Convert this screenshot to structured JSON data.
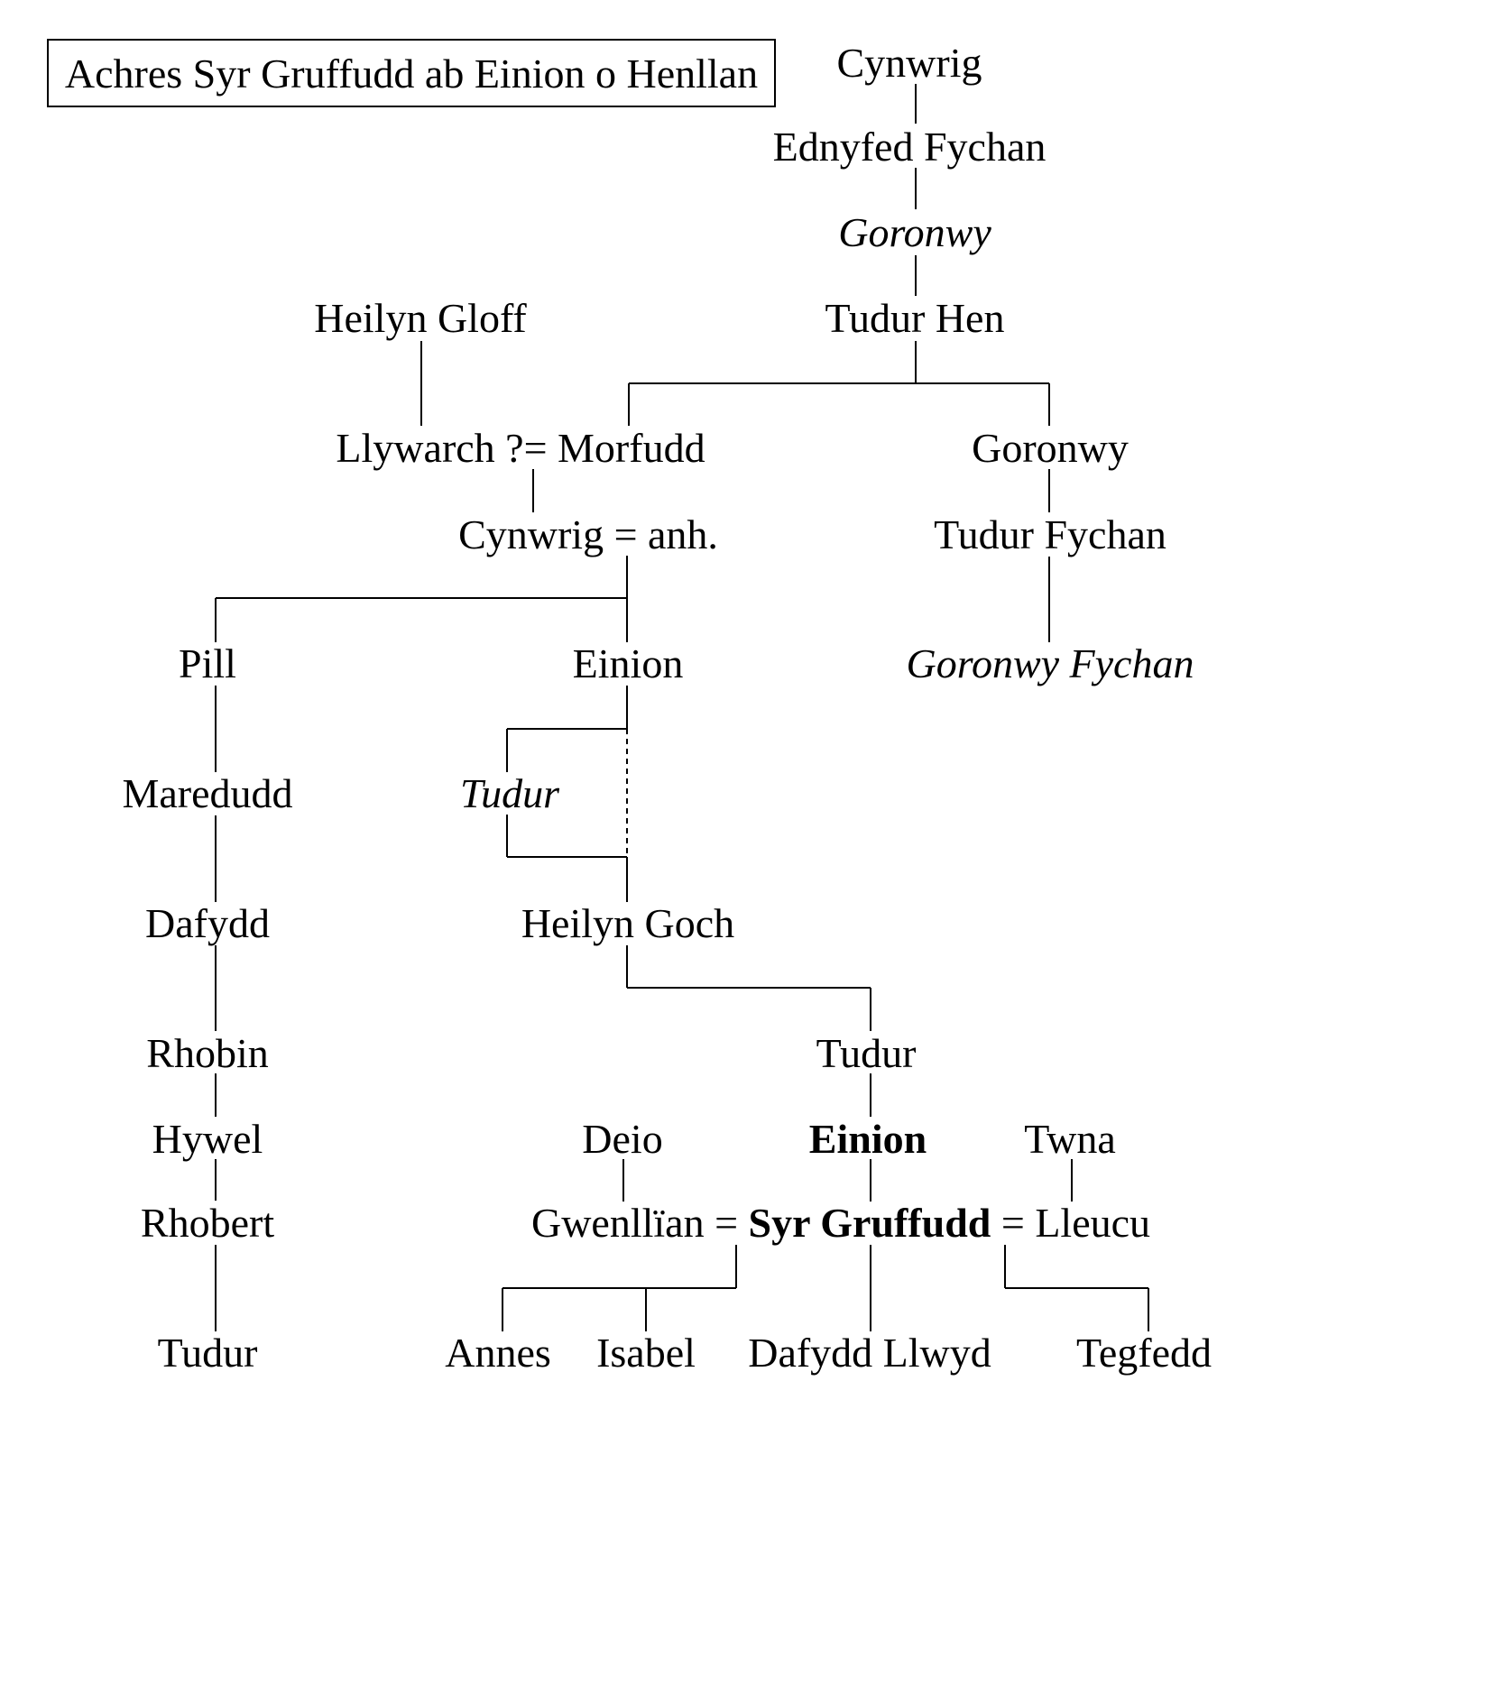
{
  "title": "Achres Syr Gruffudd ab Einion o Henllan",
  "colors": {
    "line": "#000000",
    "text": "#000000",
    "background": "#ffffff"
  },
  "people": [
    {
      "id": "cynwrig-top",
      "segments": [
        {
          "text": "Cynwrig",
          "style": "normal"
        }
      ]
    },
    {
      "id": "ednyfed-fychan",
      "segments": [
        {
          "text": "Ednyfed Fychan",
          "style": "normal"
        }
      ]
    },
    {
      "id": "goronwy-1",
      "segments": [
        {
          "text": "Goronwy",
          "style": "italic"
        }
      ]
    },
    {
      "id": "tudur-hen",
      "segments": [
        {
          "text": "Tudur Hen",
          "style": "normal"
        }
      ]
    },
    {
      "id": "heilyn-gloff",
      "segments": [
        {
          "text": "Heilyn Gloff",
          "style": "normal"
        }
      ]
    },
    {
      "id": "llywarch-morfudd",
      "segments": [
        {
          "text": "Llywarch ?= Morfudd",
          "style": "normal"
        }
      ]
    },
    {
      "id": "goronwy-2",
      "segments": [
        {
          "text": "Goronwy",
          "style": "normal"
        }
      ]
    },
    {
      "id": "cynwrig-anh",
      "segments": [
        {
          "text": "Cynwrig = anh.",
          "style": "normal"
        }
      ]
    },
    {
      "id": "tudur-fychan",
      "segments": [
        {
          "text": "Tudur Fychan",
          "style": "normal"
        }
      ]
    },
    {
      "id": "pill",
      "segments": [
        {
          "text": "Pill",
          "style": "normal"
        }
      ]
    },
    {
      "id": "einion-1",
      "segments": [
        {
          "text": "Einion",
          "style": "normal"
        }
      ]
    },
    {
      "id": "goronwy-fychan",
      "segments": [
        {
          "text": "Goronwy Fychan",
          "style": "italic"
        }
      ]
    },
    {
      "id": "maredudd",
      "segments": [
        {
          "text": "Maredudd",
          "style": "normal"
        }
      ]
    },
    {
      "id": "tudur-italic",
      "segments": [
        {
          "text": "Tudur",
          "style": "italic"
        }
      ]
    },
    {
      "id": "dafydd",
      "segments": [
        {
          "text": "Dafydd",
          "style": "normal"
        }
      ]
    },
    {
      "id": "heilyn-goch",
      "segments": [
        {
          "text": "Heilyn Goch",
          "style": "normal"
        }
      ]
    },
    {
      "id": "rhobin",
      "segments": [
        {
          "text": "Rhobin",
          "style": "normal"
        }
      ]
    },
    {
      "id": "tudur-2",
      "segments": [
        {
          "text": "Tudur",
          "style": "normal"
        }
      ]
    },
    {
      "id": "hywel",
      "segments": [
        {
          "text": "Hywel",
          "style": "normal"
        }
      ]
    },
    {
      "id": "deio",
      "segments": [
        {
          "text": "Deio",
          "style": "normal"
        }
      ]
    },
    {
      "id": "einion-2",
      "segments": [
        {
          "text": "Einion",
          "style": "bold"
        }
      ]
    },
    {
      "id": "twna",
      "segments": [
        {
          "text": "Twna",
          "style": "normal"
        }
      ]
    },
    {
      "id": "rhobert",
      "segments": [
        {
          "text": "Rhobert",
          "style": "normal"
        }
      ]
    },
    {
      "id": "gruffudd-marriages",
      "segments": [
        {
          "text": "Gwenllïan = ",
          "style": "normal"
        },
        {
          "text": "Syr Gruffudd",
          "style": "bold"
        },
        {
          "text": " = Lleucu",
          "style": "normal"
        }
      ]
    },
    {
      "id": "tudur-3",
      "segments": [
        {
          "text": "Tudur",
          "style": "normal"
        }
      ]
    },
    {
      "id": "annes",
      "segments": [
        {
          "text": "Annes",
          "style": "normal"
        }
      ]
    },
    {
      "id": "isabel",
      "segments": [
        {
          "text": "Isabel",
          "style": "normal"
        }
      ]
    },
    {
      "id": "dafydd-llwyd",
      "segments": [
        {
          "text": "Dafydd Llwyd",
          "style": "normal"
        }
      ]
    },
    {
      "id": "tegfedd",
      "segments": [
        {
          "text": "Tegfedd",
          "style": "normal"
        }
      ]
    }
  ],
  "relationships": [
    {
      "from": "cynwrig-top",
      "to": "ednyfed-fychan",
      "type": "descent"
    },
    {
      "from": "ednyfed-fychan",
      "to": "goronwy-1",
      "type": "descent"
    },
    {
      "from": "goronwy-1",
      "to": "tudur-hen",
      "type": "descent"
    },
    {
      "from": "tudur-hen",
      "to": "llywarch-morfudd",
      "type": "descent"
    },
    {
      "from": "tudur-hen",
      "to": "goronwy-2",
      "type": "descent"
    },
    {
      "from": "heilyn-gloff",
      "to": "llywarch-morfudd",
      "type": "descent"
    },
    {
      "from": "llywarch-morfudd",
      "to": "cynwrig-anh",
      "type": "descent"
    },
    {
      "from": "goronwy-2",
      "to": "tudur-fychan",
      "type": "descent"
    },
    {
      "from": "tudur-fychan",
      "to": "goronwy-fychan",
      "type": "descent"
    },
    {
      "from": "cynwrig-anh",
      "to": "pill",
      "type": "descent"
    },
    {
      "from": "cynwrig-anh",
      "to": "einion-1",
      "type": "descent"
    },
    {
      "from": "pill",
      "to": "maredudd",
      "type": "descent"
    },
    {
      "from": "maredudd",
      "to": "dafydd",
      "type": "descent"
    },
    {
      "from": "dafydd",
      "to": "rhobin",
      "type": "descent"
    },
    {
      "from": "rhobin",
      "to": "hywel",
      "type": "descent"
    },
    {
      "from": "hywel",
      "to": "rhobert",
      "type": "descent"
    },
    {
      "from": "rhobert",
      "to": "tudur-3",
      "type": "descent"
    },
    {
      "from": "einion-1",
      "to": "tudur-italic",
      "type": "descent"
    },
    {
      "from": "tudur-italic",
      "to": "heilyn-goch",
      "type": "descent"
    },
    {
      "from": "einion-1",
      "to": "heilyn-goch",
      "type": "uncertain-descent"
    },
    {
      "from": "heilyn-goch",
      "to": "tudur-2",
      "type": "descent"
    },
    {
      "from": "tudur-2",
      "to": "einion-2",
      "type": "descent"
    },
    {
      "from": "einion-2",
      "to": "gruffudd-marriages",
      "type": "descent"
    },
    {
      "from": "deio",
      "to": "gruffudd-marriages",
      "type": "descent"
    },
    {
      "from": "twna",
      "to": "gruffudd-marriages",
      "type": "descent"
    },
    {
      "from": "gruffudd-marriages",
      "to": "annes",
      "type": "descent"
    },
    {
      "from": "gruffudd-marriages",
      "to": "isabel",
      "type": "descent"
    },
    {
      "from": "gruffudd-marriages",
      "to": "dafydd-llwyd",
      "type": "descent"
    },
    {
      "from": "gruffudd-marriages",
      "to": "tegfedd",
      "type": "descent"
    }
  ]
}
